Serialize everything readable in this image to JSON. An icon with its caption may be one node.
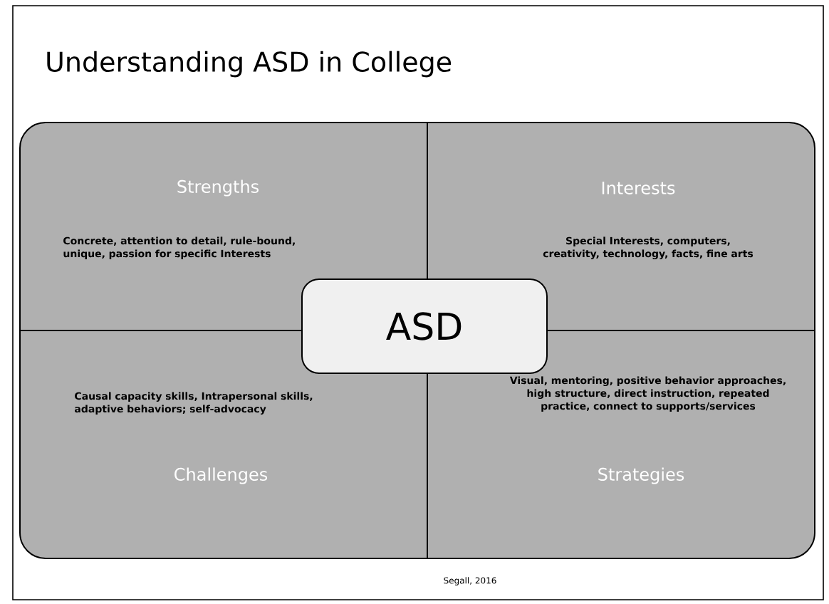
{
  "diagram": {
    "title": "Understanding ASD in College",
    "caption": "Segall, 2016",
    "nodes": [
      {
        "text": [
          "Strengths",
          "Concrete, attention to detail, rule-bound, unique, passion for specific Interests"
        ]
      },
      {
        "text": [
          "Interests",
          "Special Interests, computers, creativity, technology, facts, fine arts"
        ]
      },
      {
        "text": [
          "ASD"
        ]
      },
      {
        "text": [
          "Causal capacity skills, Intrapersonal skills, adaptive behaviors; self-advocacy",
          "Challenges"
        ]
      },
      {
        "text": [
          "Visual, mentoring, positive behavior approaches, high structure, direct instruction, repeated practice, connect to supports/services",
          "Strategies"
        ]
      }
    ]
  }
}
